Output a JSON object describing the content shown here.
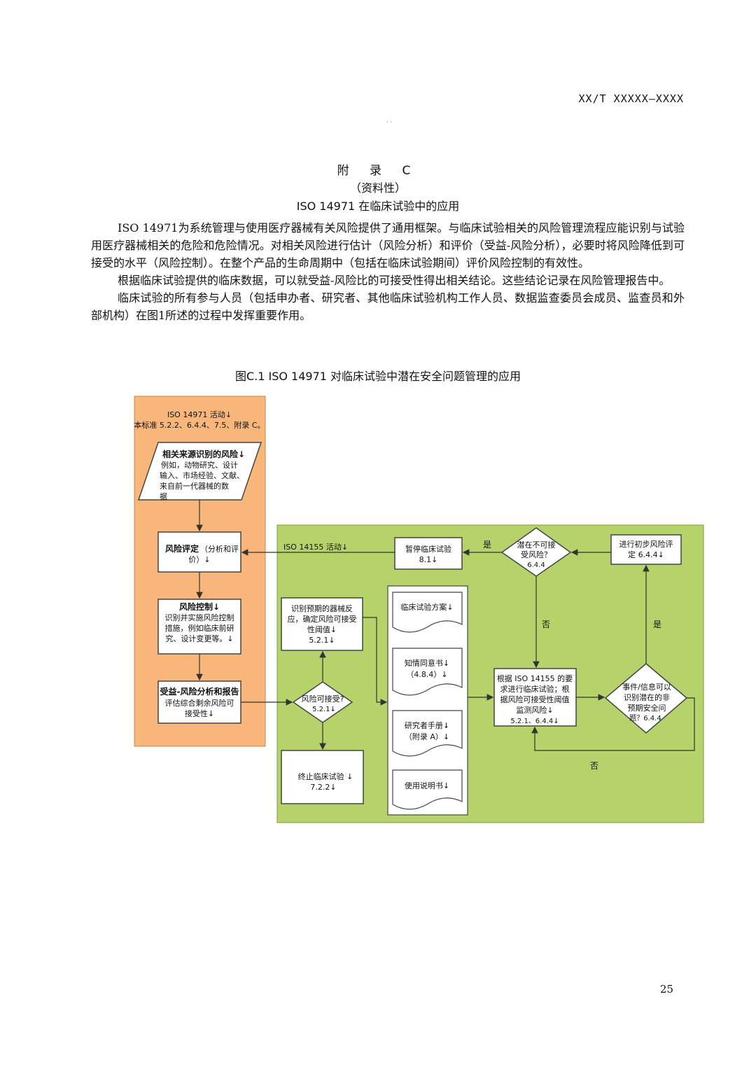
{
  "header": {
    "standard_code": "XX/T XXXXX—XXXX",
    "dots": "·  ·"
  },
  "annex": {
    "title": "附 录 C",
    "type": "（资料性）",
    "name": "ISO 14971 在临床试验中的应用"
  },
  "paragraphs": [
    "ISO 14971为系统管理与使用医疗器械有关风险提供了通用框架。与临床试验相关的风险管理流程应能识别与试验用医疗器械相关的危险和危险情况。对相关风险进行估计（风险分析）和评价（受益-风险分析），必要时将风险降低到可接受的水平（风险控制）。在整个产品的生命周期中（包括在临床试验期间）评价风险控制的有效性。",
    "根据临床试验提供的临床数据，可以就受益-风险比的可接受性得出相关结论。这些结论记录在风险管理报告中。",
    "临床试验的所有参与人员（包括申办者、研究者、其他临床试验机构工作人员、数据监查委员会成员、监查员和外部机构）在图1所述的过程中发挥重要作用。"
  ],
  "figure": {
    "caption": "图C.1 ISO 14971 对临床试验中潜在安全问题管理的应用",
    "colors": {
      "orange": "#f9b67a",
      "green": "#b5d36a",
      "border": "#444444"
    },
    "orange_panel": {
      "line1": "ISO 14971 活动↓",
      "line2": "本标准 5.2.2、6.4.4、7.5、附录 C。"
    },
    "source_box": {
      "title": "相关来源识别的风险↓",
      "lines": [
        "例如，动物研究、设计",
        "输入、市场经验、文献、",
        "来自前一代器械的数",
        "据"
      ]
    },
    "assess_box": {
      "title": "风险评定",
      "suffix": "（分析和评",
      "line2": "价）↓"
    },
    "control_box": {
      "title": "风险控制↓",
      "lines": [
        "识别并实施风险控制",
        "措施，例如临床前研",
        "究、设计变更等。↓"
      ]
    },
    "benefit_box": {
      "title": "受益-风险分析和报告",
      "lines": [
        "评估综合剩余风险可",
        "接受性↓"
      ]
    },
    "green_panel": {
      "label": "ISO 14155 活动↓"
    },
    "pause_box": {
      "lines": [
        "暂停临床试验",
        "8.1↓"
      ]
    },
    "unacceptable_diamond": {
      "lines": [
        "潜在不可接",
        "受风险？",
        "6.4.4"
      ]
    },
    "initial_eval_box": {
      "lines": [
        "进行初步风险评",
        "定 6.4.4↓"
      ]
    },
    "identify_box": {
      "lines": [
        "识别预期的器械反",
        "应，确定风险可接受",
        "性阈值↓",
        "5.2.1↓"
      ]
    },
    "acceptable_diamond": {
      "lines": [
        "风险可接受?",
        "5.2.1↓"
      ]
    },
    "terminate_box": {
      "lines": [
        "终止临床试验 ↓",
        "7.2.2↓"
      ]
    },
    "docs": [
      {
        "lines": [
          "临床试验方案↓"
        ]
      },
      {
        "lines": [
          "知情同意书↓",
          "（4.8.4）↓"
        ]
      },
      {
        "lines": [
          "研究者手册↓",
          "（附录 A）↓"
        ]
      },
      {
        "lines": [
          "使用说明书↓"
        ]
      }
    ],
    "conduct_box": {
      "lines": [
        "根据 ISO 14155 的要",
        "求进行临床试验；根",
        "据风险可接受性阈值",
        "监测风险↓",
        "5.2.1、6.4.4↓"
      ]
    },
    "event_diamond": {
      "lines": [
        "事件/信息可以",
        "识别潜在的非",
        "预期安全问",
        "题？6.4.4"
      ]
    },
    "labels": {
      "yes1": "是",
      "yes2": "是",
      "no1": "否",
      "no2": "否"
    }
  },
  "page_number": "25"
}
